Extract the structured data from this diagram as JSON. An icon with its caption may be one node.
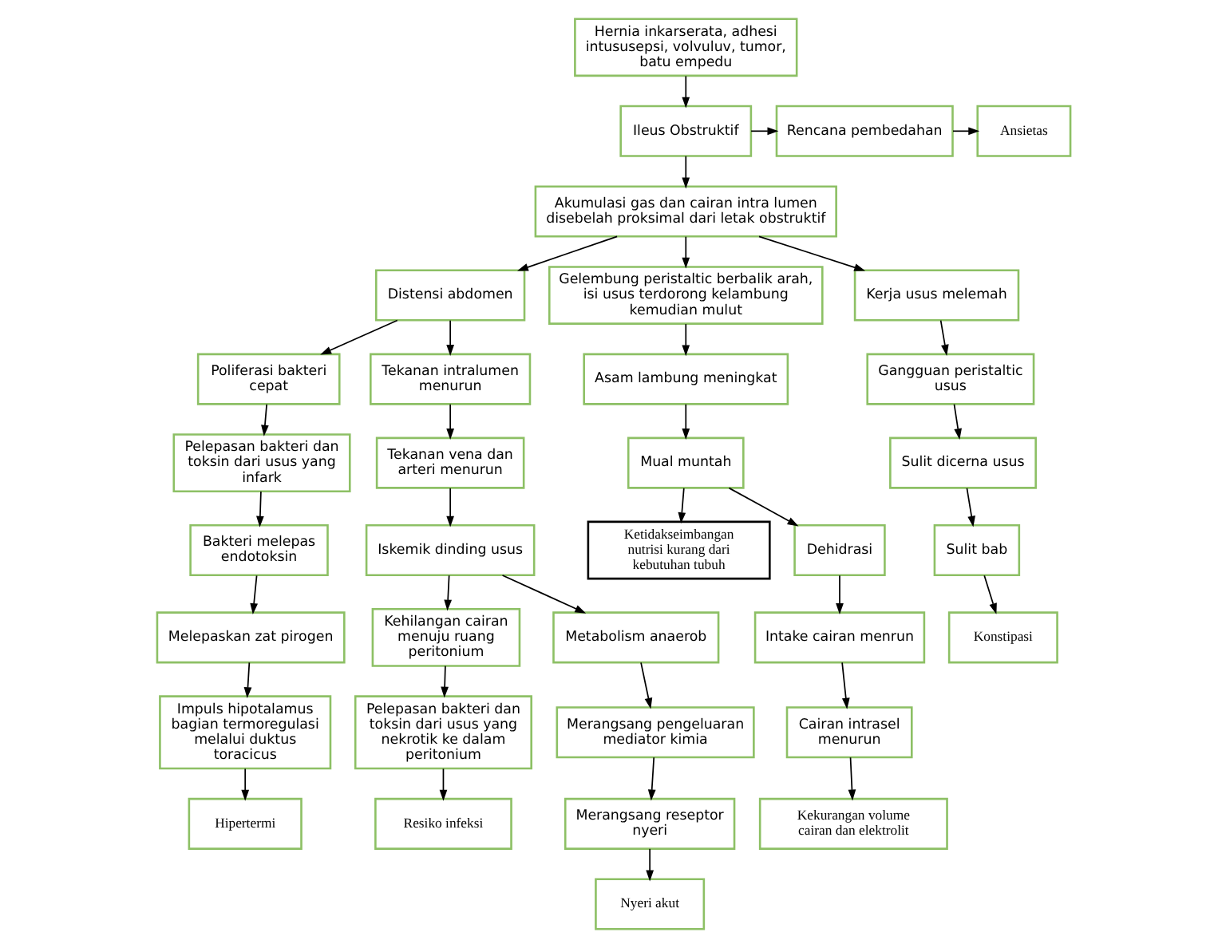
{
  "diagram": {
    "nodes": [
      {
        "text": [
          "Hernia inkarserata, adhesi intususepsi, volvuluv, tumor, batu empedu"
        ]
      },
      {
        "text": [
          "Ileus Obstruktif"
        ]
      },
      {
        "text": [
          "Rencana pembedahan"
        ]
      },
      {
        "text": [
          "Ansietas"
        ]
      },
      {
        "text": [
          "Akumulasi gas dan cairan intra lumen disebelah proksimal dari letak obstruktif"
        ]
      },
      {
        "text": [
          "Distensi abdomen"
        ]
      },
      {
        "text": [
          "Gelembung peristaltic berbalik arah, isi usus terdorong kelambung kemudian mulut"
        ]
      },
      {
        "text": [
          "Kerja usus melemah"
        ]
      },
      {
        "text": [
          "Poliferasi bakteri cepat"
        ]
      },
      {
        "text": [
          "Tekanan intralumen menurun"
        ]
      },
      {
        "text": [
          "Asam lambung meningkat"
        ]
      },
      {
        "text": [
          "Gangguan peristaltic usus"
        ]
      },
      {
        "text": [
          "Pelepasan bakteri dan toksin dari usus yang infark"
        ]
      },
      {
        "text": [
          "Tekanan vena dan arteri menurun"
        ]
      },
      {
        "text": [
          "Mual muntah"
        ]
      },
      {
        "text": [
          "Ketidakseimbangan nutrisi kurang dari kebutuhan tubuh"
        ]
      },
      {
        "text": [
          "Sulit dicerna usus"
        ]
      },
      {
        "text": [
          "Iskemik dinding usus"
        ]
      },
      {
        "text": [
          "Kehilangan cairan menuju ruang peritonium"
        ]
      },
      {
        "text": [
          "Dehidrasi"
        ]
      },
      {
        "text": [
          "Sulit bab"
        ]
      },
      {
        "text": [
          "Bakteri melepas endotoksin"
        ]
      },
      {
        "text": [
          "Metabolism anaerob"
        ]
      },
      {
        "text": [
          "Pelepasan bakteri dan toksin dari usus yang nekrotik ke dalam peritonium"
        ]
      },
      {
        "text": [
          "Intake cairan menrun"
        ]
      },
      {
        "text": [
          "Konstipasi"
        ]
      },
      {
        "text": [
          "Melepaskan zat pirogen"
        ]
      },
      {
        "text": [
          "Merangsang pengeluaran mediator kimia"
        ]
      },
      {
        "text": [
          "Cairan intrasel menurun"
        ]
      },
      {
        "text": [
          "Impuls hipotalamus bagian termoregulasi melalui duktus toracicus"
        ]
      },
      {
        "text": [
          "Resiko infeksi"
        ]
      },
      {
        "text": [
          "Merangsang reseptor nyeri"
        ]
      },
      {
        "text": [
          "Kekurangan volume cairan dan elektrolit"
        ]
      },
      {
        "text": [
          "Hipertermi"
        ]
      },
      {
        "text": [
          "Nyeri akut"
        ]
      }
    ],
    "edges": [
      {
        "from": 0,
        "to": 1,
        "arrow": "to"
      },
      {
        "from": 1,
        "to": 2,
        "arrow": "to"
      },
      {
        "from": 2,
        "to": 3,
        "arrow": "to"
      },
      {
        "from": 1,
        "to": 4,
        "arrow": "to"
      },
      {
        "from": 4,
        "to": 5,
        "arrow": "to"
      },
      {
        "from": 4,
        "to": 6,
        "arrow": "to"
      },
      {
        "from": 4,
        "to": 7,
        "arrow": "to"
      },
      {
        "from": 5,
        "to": 8,
        "arrow": "to"
      },
      {
        "from": 5,
        "to": 9,
        "arrow": "to"
      },
      {
        "from": 8,
        "to": 12,
        "arrow": "to"
      },
      {
        "from": 12,
        "to": 21,
        "arrow": "to"
      },
      {
        "from": 21,
        "to": 26,
        "arrow": "to"
      },
      {
        "from": 26,
        "to": 29,
        "arrow": "to"
      },
      {
        "from": 29,
        "to": 33,
        "arrow": "to"
      },
      {
        "from": 9,
        "to": 13,
        "arrow": "to"
      },
      {
        "from": 13,
        "to": 17,
        "arrow": "to"
      },
      {
        "from": 17,
        "to": 18,
        "arrow": "to"
      },
      {
        "from": 17,
        "to": 22,
        "arrow": "to"
      },
      {
        "from": 22,
        "to": 27,
        "arrow": "to"
      },
      {
        "from": 27,
        "to": 31,
        "arrow": "to"
      },
      {
        "from": 31,
        "to": 34,
        "arrow": "to"
      },
      {
        "from": 18,
        "to": 23,
        "arrow": "to"
      },
      {
        "from": 23,
        "to": 30,
        "arrow": "to"
      },
      {
        "from": 6,
        "to": 10,
        "arrow": "to"
      },
      {
        "from": 10,
        "to": 14,
        "arrow": "to"
      },
      {
        "from": 14,
        "to": 15,
        "arrow": "to"
      },
      {
        "from": 14,
        "to": 19,
        "arrow": "to"
      },
      {
        "from": 19,
        "to": 24,
        "arrow": "to"
      },
      {
        "from": 24,
        "to": 28,
        "arrow": "to"
      },
      {
        "from": 28,
        "to": 32,
        "arrow": "to"
      },
      {
        "from": 7,
        "to": 11,
        "arrow": "to"
      },
      {
        "from": 11,
        "to": 16,
        "arrow": "to"
      },
      {
        "from": 16,
        "to": 20,
        "arrow": "to"
      },
      {
        "from": 20,
        "to": 25,
        "arrow": "to"
      }
    ]
  }
}
